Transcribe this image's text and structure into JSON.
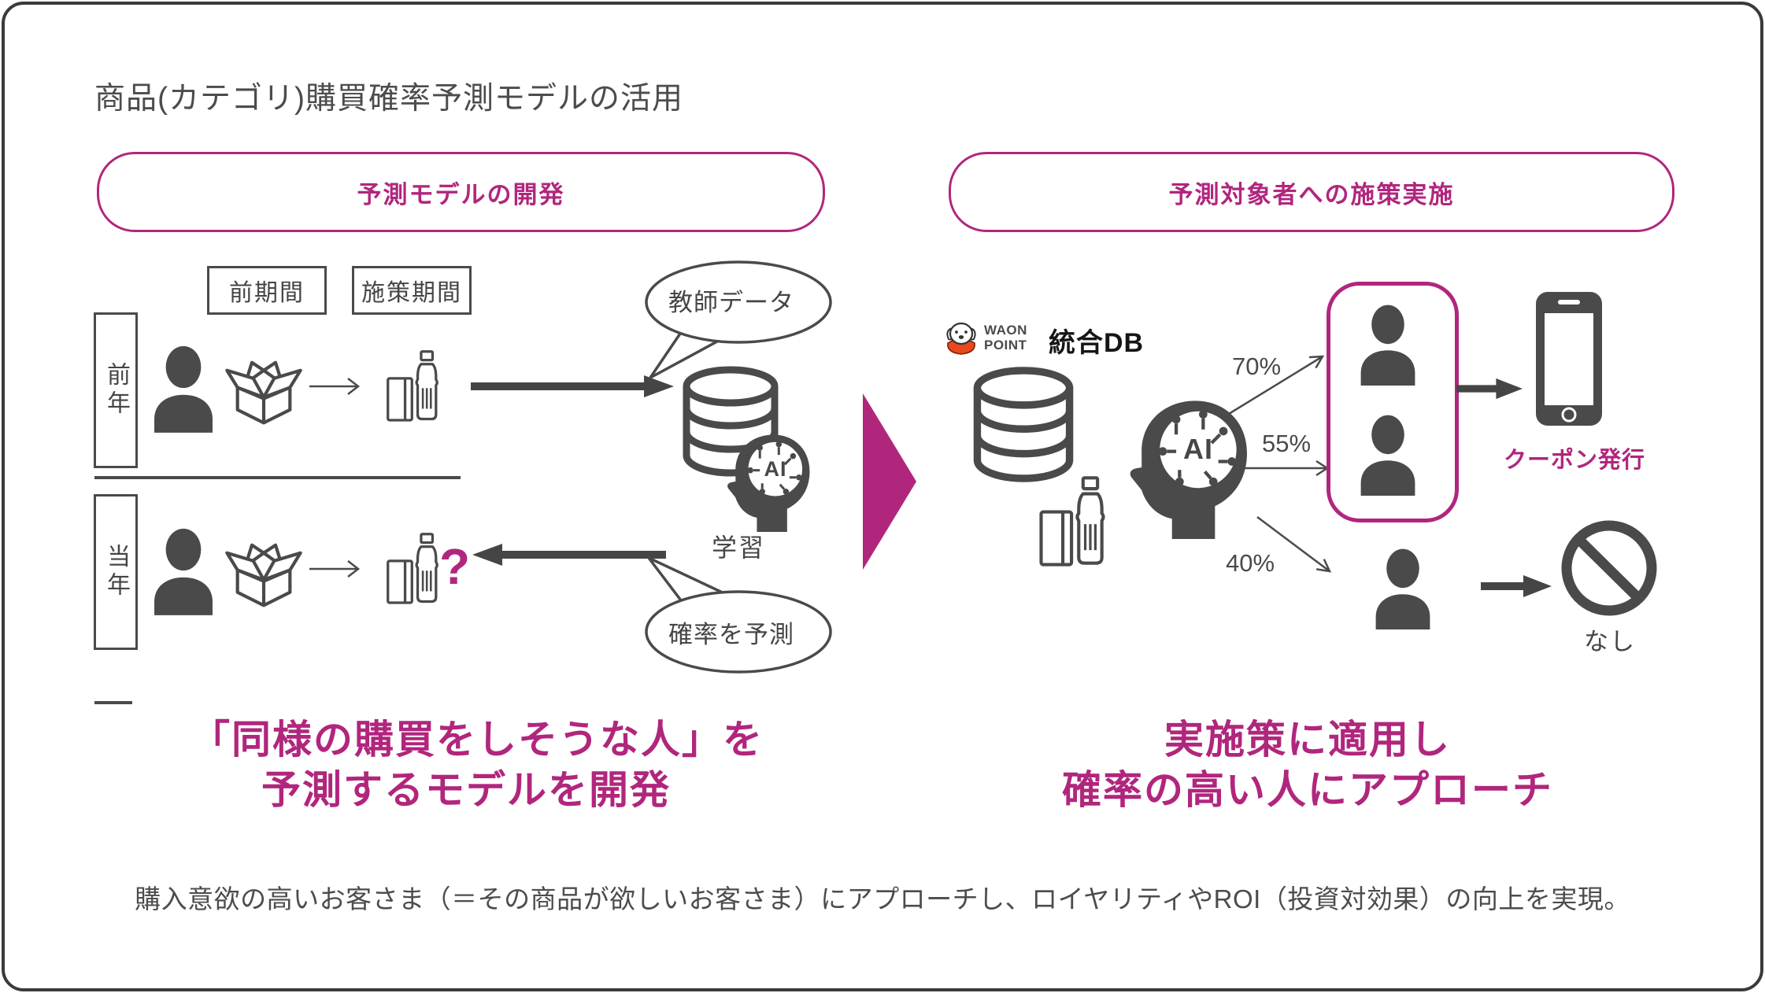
{
  "colors": {
    "accent_magenta": "#b1267d",
    "icon_dark": "#4a4a4a"
  },
  "title": "商品(カテゴリ)購買確率予測モデルの活用",
  "left": {
    "pill": "予測モデルの開発",
    "periods": [
      "前期間",
      "施策期間"
    ],
    "rows": [
      "前年",
      "当年"
    ],
    "teacher_bubble": "教師データ",
    "predict_bubble": "確率を予測",
    "learn_label": "学習",
    "ai_text": "AI",
    "question_mark": "?",
    "headline": [
      "「同様の購買をしそうな人」を",
      "予測するモデルを開発"
    ]
  },
  "right": {
    "pill": "予測対象者への施策実施",
    "waon_logo": {
      "line1": "WAON",
      "line2": "POINT",
      "suffix": "統合DB"
    },
    "ai_text": "AI",
    "percents": [
      "70%",
      "55%",
      "40%"
    ],
    "coupon_label": "クーポン発行",
    "none_label": "なし",
    "headline": [
      "実施策に適用し",
      "確率の高い人にアプローチ"
    ]
  },
  "footer": "購入意欲の高いお客さま（＝その商品が欲しいお客さま）にアプローチし、ロイヤリティやROI（投資対効果）の向上を実現。"
}
